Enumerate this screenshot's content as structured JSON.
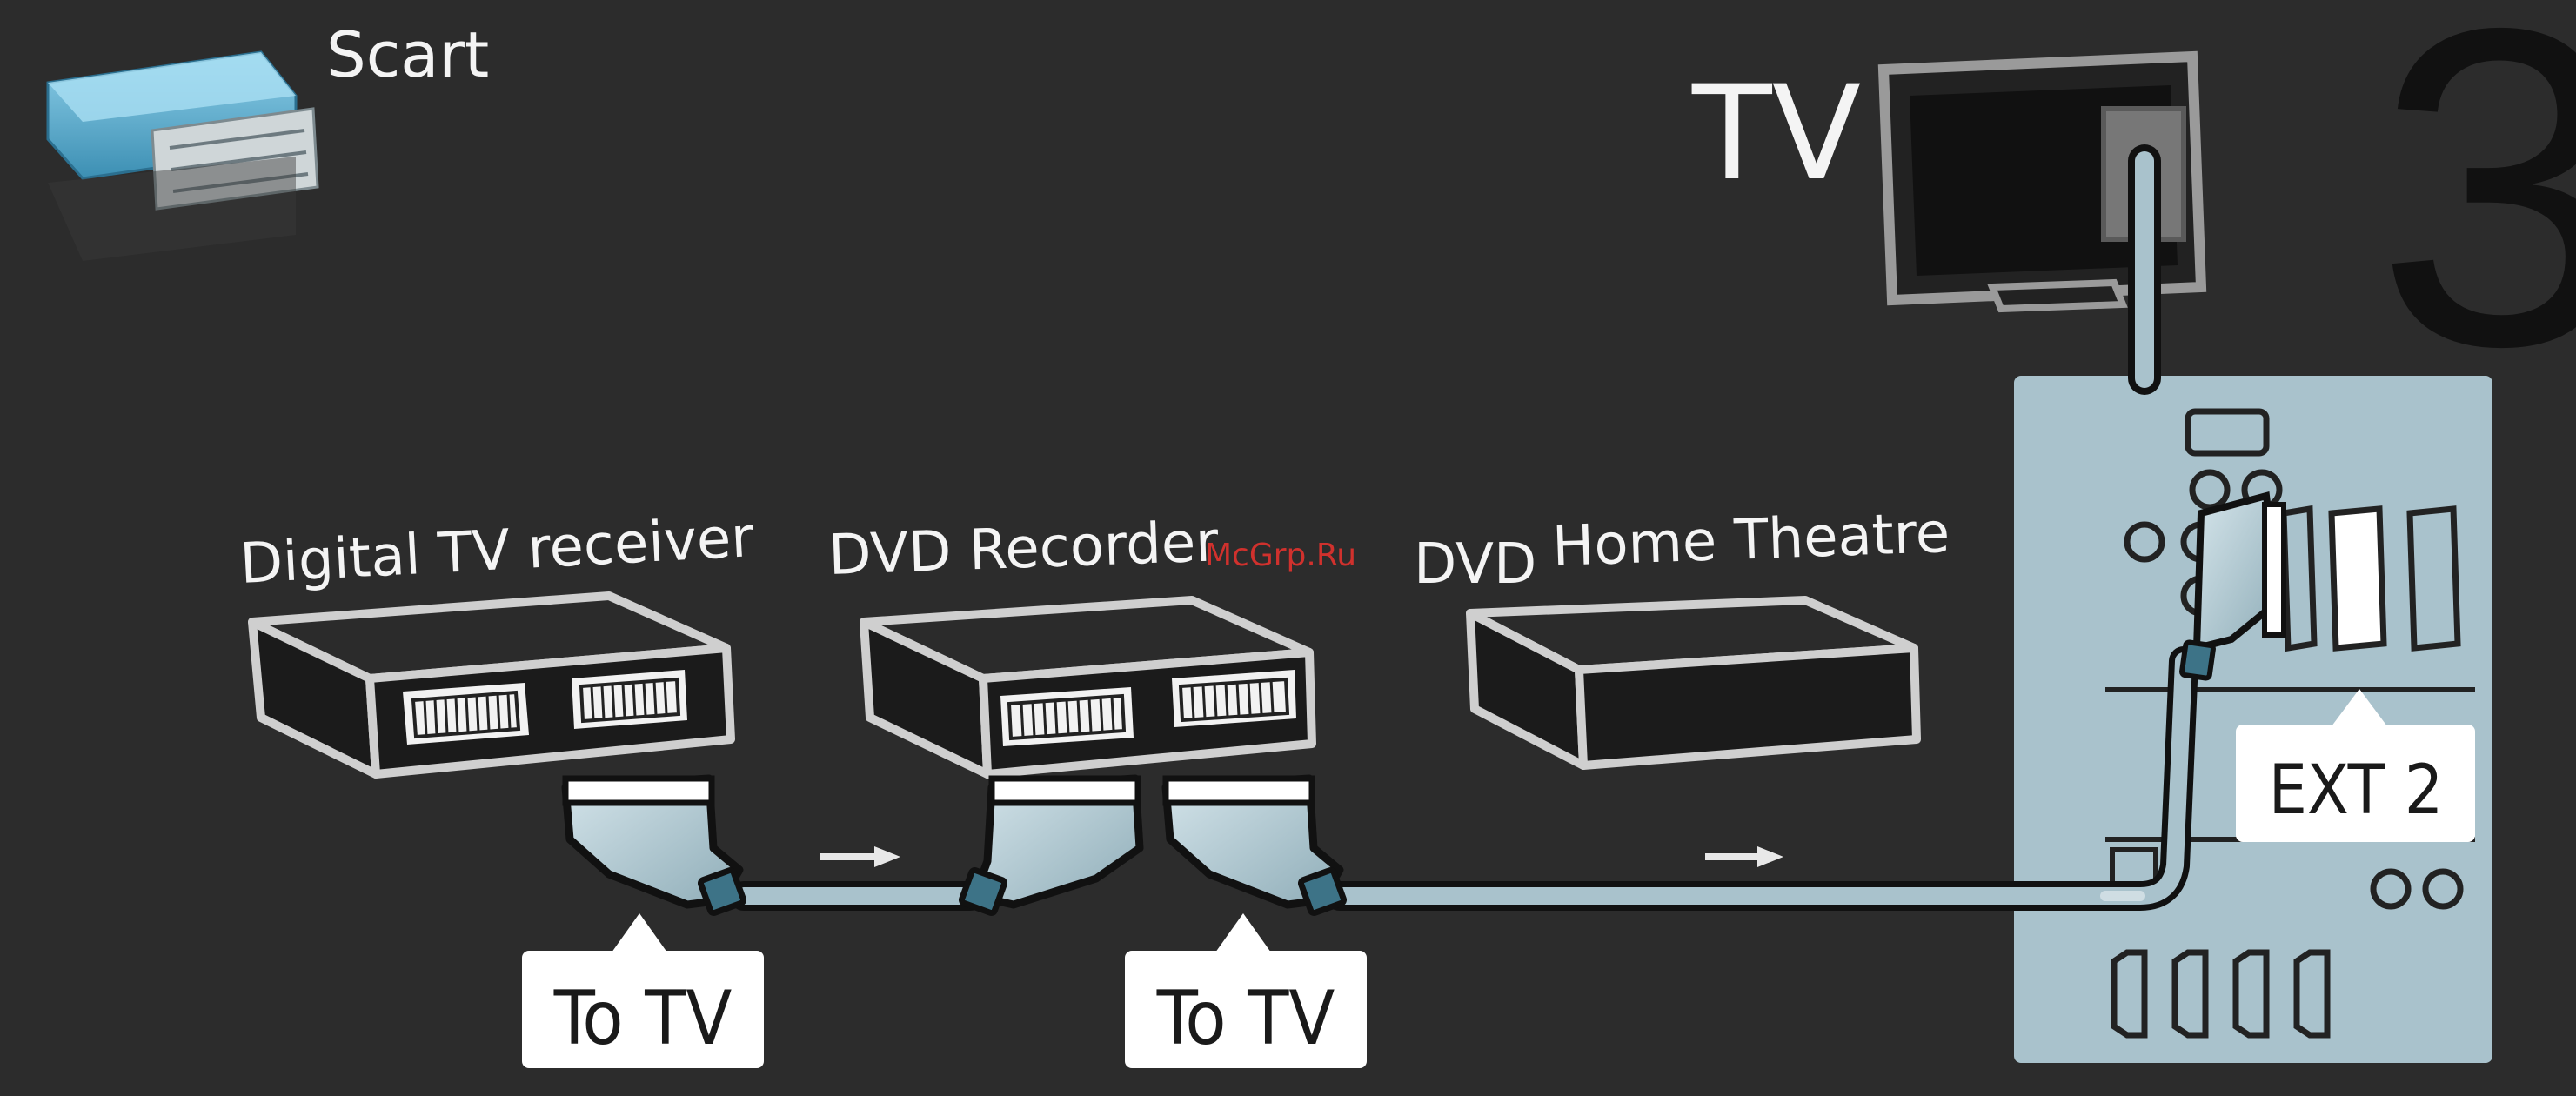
{
  "legend": {
    "connector_label": "Scart"
  },
  "step_number": "3",
  "tv": {
    "label": "TV"
  },
  "devices": [
    {
      "label": "Digital TV receiver"
    },
    {
      "label": "DVD Recorder"
    },
    {
      "label": "DVD"
    },
    {
      "label": "Home Theatre"
    }
  ],
  "callouts": {
    "receiver_to_tv": "To TV",
    "recorder_to_tv": "To TV",
    "tv_port": "EXT 2"
  },
  "watermark": "McGrp.Ru",
  "colors": {
    "background": "#2c2c2c",
    "cable": "#a9c2cc",
    "tv_panel": "#a9c2cc",
    "device_body": "#1b1b1b",
    "watermark": "#d0312d"
  }
}
